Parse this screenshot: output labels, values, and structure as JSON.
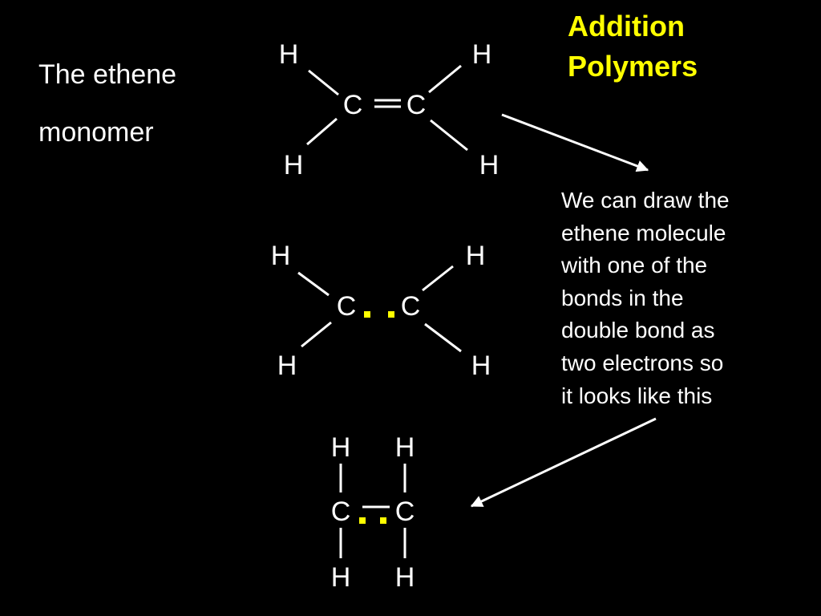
{
  "colors": {
    "background": "#000000",
    "text": "#ffffff",
    "accent": "#ffff00"
  },
  "title": {
    "line1": "Addition",
    "line2": "Polymers"
  },
  "intro": {
    "line1": "The ethene",
    "line2": "monomer"
  },
  "explanation": [
    "We can draw the",
    "ethene molecule",
    "with one of the",
    "bonds in the",
    "double bond as",
    "two electrons so",
    "it looks like this"
  ],
  "atoms": {
    "hydrogen": "H",
    "carbon": "C"
  }
}
